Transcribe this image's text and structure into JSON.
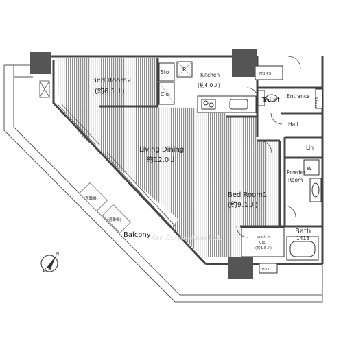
{
  "rooms": {
    "bedroom2": {
      "name": "Bed Room2",
      "size": "(約6.1Ｊ)"
    },
    "kitchen": {
      "name": "Kitchen",
      "size": "(約4.0Ｊ)"
    },
    "living_dining": {
      "name": "Living Dining",
      "size": "約12.0Ｊ"
    },
    "bedroom1": {
      "name": "Bed Room1",
      "size": "(約9.1Ｊ)"
    },
    "toilet": {
      "name": "Toilet"
    },
    "entrance": {
      "name": "Entrance"
    },
    "hall": {
      "name": "Hall"
    },
    "linen": {
      "name": "Lin"
    },
    "powder_room": {
      "name": "Powder",
      "name2": "Room"
    },
    "bath": {
      "name": "Bath",
      "size": "1418"
    },
    "walkin": {
      "name": "walk-in",
      "name2": "Clo.",
      "size": "(約1.8Ｊ)"
    },
    "balcony": {
      "name": "Balcony"
    }
  },
  "fixtures": {
    "storage": "Sto",
    "closet": "Clo.",
    "refrigerator": "R",
    "washer": "W",
    "shoes": "Shoes",
    "mbps": "MB PS",
    "bo": "B.O",
    "evac1": "(避難機)",
    "evac2": "(避難機)"
  },
  "watermark": "Ken Corporation Ltd.",
  "colors": {
    "wall": "#444444",
    "hatch": "#8a8a8a",
    "line": "#333333",
    "pillar": "#555555"
  }
}
